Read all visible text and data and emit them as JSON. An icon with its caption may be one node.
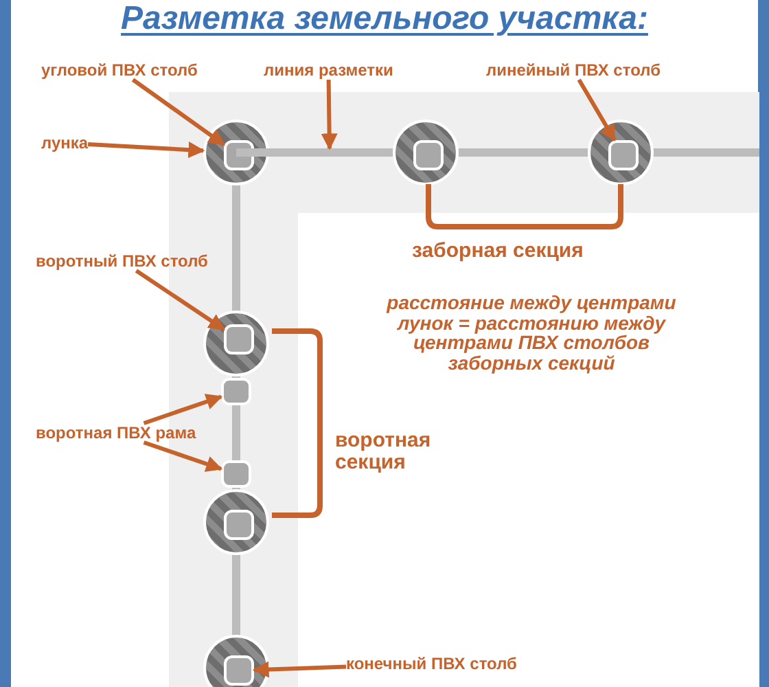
{
  "diagram": {
    "title": "Разметка земельного участка:",
    "nodes": [
      {
        "text": [
          "угловой ПВХ столб"
        ]
      },
      {
        "text": [
          "линия разметки"
        ]
      },
      {
        "text": [
          "линейный ПВХ столб"
        ]
      },
      {
        "text": [
          "лунка"
        ]
      },
      {
        "text": [],
        "shape": "circle"
      },
      {
        "text": [],
        "shape": "box",
        "in": 4
      },
      {
        "text": [],
        "shape": "bar"
      },
      {
        "text": [],
        "shape": "circle"
      },
      {
        "text": [],
        "shape": "box",
        "in": 7
      },
      {
        "text": [],
        "shape": "circle"
      },
      {
        "text": [],
        "shape": "box",
        "in": 9
      },
      {
        "text": [
          "воротный ПВХ столб"
        ]
      },
      {
        "text": [],
        "shape": "circle"
      },
      {
        "text": [],
        "shape": "box",
        "in": 12
      },
      {
        "text": [],
        "shape": "box"
      },
      {
        "text": [
          "воротная ПВХ рама"
        ]
      },
      {
        "text": [],
        "shape": "box"
      },
      {
        "text": [],
        "shape": "circle"
      },
      {
        "text": [],
        "shape": "box",
        "in": 17
      },
      {
        "text": [],
        "shape": "circle"
      },
      {
        "text": [],
        "shape": "box",
        "in": 19
      },
      {
        "text": [
          "конечный ПВХ столб"
        ]
      }
    ],
    "edges": [
      {
        "from": 0,
        "to": 5,
        "arrow": "to"
      },
      {
        "from": 1,
        "to": 6,
        "arrow": "to"
      },
      {
        "from": 2,
        "to": 10,
        "arrow": "to"
      },
      {
        "from": 3,
        "to": 4,
        "arrow": "to"
      },
      {
        "from": 11,
        "to": 13,
        "arrow": "to"
      },
      {
        "from": 15,
        "to": 14,
        "arrow": "to"
      },
      {
        "from": 15,
        "to": 16,
        "arrow": "to"
      },
      {
        "from": 21,
        "to": 20,
        "arrow": "to"
      }
    ],
    "labels": [
      "заборная секция",
      "расстояние между центрами лунок = расстоянию между центрами ПВХ столбов заборных секций",
      "воротная секция"
    ]
  }
}
